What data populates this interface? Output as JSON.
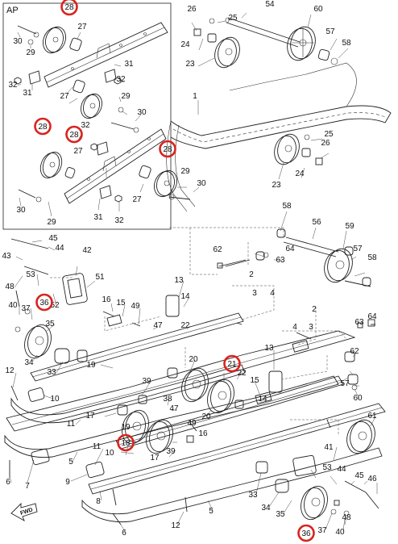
{
  "inset_label": "AP",
  "fwd_label": "FWD",
  "highlight_color": "#d8241f",
  "callouts": [
    {
      "id": "c28a",
      "text": "28",
      "hl": true
    },
    {
      "id": "c26a",
      "text": "26"
    },
    {
      "id": "c25a",
      "text": "25"
    },
    {
      "id": "c54",
      "text": "54"
    },
    {
      "id": "c60",
      "text": "60"
    },
    {
      "id": "c30a",
      "text": "30"
    },
    {
      "id": "c27a",
      "text": "27"
    },
    {
      "id": "c24",
      "text": "24"
    },
    {
      "id": "c57a",
      "text": "57"
    },
    {
      "id": "c58a",
      "text": "58"
    },
    {
      "id": "c29a",
      "text": "29"
    },
    {
      "id": "c23a",
      "text": "23"
    },
    {
      "id": "c31a",
      "text": "31"
    },
    {
      "id": "c32a",
      "text": "32"
    },
    {
      "id": "c31b",
      "text": "31"
    },
    {
      "id": "c32b",
      "text": "32"
    },
    {
      "id": "c1",
      "text": "1"
    },
    {
      "id": "c29b",
      "text": "29"
    },
    {
      "id": "c27b",
      "text": "27"
    },
    {
      "id": "c30b",
      "text": "30"
    },
    {
      "id": "c28b",
      "text": "28",
      "hl": true
    },
    {
      "id": "c28c",
      "text": "28",
      "hl": true
    },
    {
      "id": "c32c",
      "text": "32"
    },
    {
      "id": "c25b",
      "text": "25"
    },
    {
      "id": "c26b",
      "text": "26"
    },
    {
      "id": "c27c",
      "text": "27"
    },
    {
      "id": "c28d",
      "text": "28",
      "hl": true
    },
    {
      "id": "c24b",
      "text": "24"
    },
    {
      "id": "c29c",
      "text": "29"
    },
    {
      "id": "c27d",
      "text": "27"
    },
    {
      "id": "c30c",
      "text": "30"
    },
    {
      "id": "c23b",
      "text": "23"
    },
    {
      "id": "c30d",
      "text": "30"
    },
    {
      "id": "c31c",
      "text": "31"
    },
    {
      "id": "c32d",
      "text": "32"
    },
    {
      "id": "c29d",
      "text": "29"
    },
    {
      "id": "c58b",
      "text": "58"
    },
    {
      "id": "c56",
      "text": "56"
    },
    {
      "id": "c59",
      "text": "59"
    },
    {
      "id": "c45a",
      "text": "45"
    },
    {
      "id": "c44a",
      "text": "44"
    },
    {
      "id": "c43",
      "text": "43"
    },
    {
      "id": "c42",
      "text": "42"
    },
    {
      "id": "c62a",
      "text": "62"
    },
    {
      "id": "c64a",
      "text": "64"
    },
    {
      "id": "c63a",
      "text": "63"
    },
    {
      "id": "c57b",
      "text": "57"
    },
    {
      "id": "c58c",
      "text": "58"
    },
    {
      "id": "c48a",
      "text": "48"
    },
    {
      "id": "c51",
      "text": "51"
    },
    {
      "id": "c2a",
      "text": "2"
    },
    {
      "id": "c53a",
      "text": "53"
    },
    {
      "id": "c52",
      "text": "52"
    },
    {
      "id": "c13a",
      "text": "13"
    },
    {
      "id": "c3a",
      "text": "3"
    },
    {
      "id": "c4a",
      "text": "4"
    },
    {
      "id": "c40a",
      "text": "40"
    },
    {
      "id": "c37a",
      "text": "37"
    },
    {
      "id": "c36a",
      "text": "36",
      "hl": true
    },
    {
      "id": "c16",
      "text": "16"
    },
    {
      "id": "c15a",
      "text": "15"
    },
    {
      "id": "c49a",
      "text": "49"
    },
    {
      "id": "c14",
      "text": "14"
    },
    {
      "id": "c35a",
      "text": "35"
    },
    {
      "id": "c47a",
      "text": "47"
    },
    {
      "id": "c22a",
      "text": "22"
    },
    {
      "id": "c2b",
      "text": "2"
    },
    {
      "id": "c63b",
      "text": "63"
    },
    {
      "id": "c64b",
      "text": "64"
    },
    {
      "id": "c4b",
      "text": "4"
    },
    {
      "id": "c3b",
      "text": "3"
    },
    {
      "id": "c34a",
      "text": "34"
    },
    {
      "id": "c19a",
      "text": "19"
    },
    {
      "id": "c20a",
      "text": "20"
    },
    {
      "id": "c21",
      "text": "21",
      "hl": true
    },
    {
      "id": "c13b",
      "text": "13"
    },
    {
      "id": "c62b",
      "text": "62"
    },
    {
      "id": "c33a",
      "text": "33"
    },
    {
      "id": "c12a",
      "text": "12"
    },
    {
      "id": "c39a",
      "text": "39"
    },
    {
      "id": "c22b",
      "text": "22"
    },
    {
      "id": "c15b",
      "text": "15"
    },
    {
      "id": "c57c",
      "text": "57"
    },
    {
      "id": "c10a",
      "text": "10"
    },
    {
      "id": "c38",
      "text": "38"
    },
    {
      "id": "c60b",
      "text": "60"
    },
    {
      "id": "c47b",
      "text": "47"
    },
    {
      "id": "c14b",
      "text": "14"
    },
    {
      "id": "c17a",
      "text": "17"
    },
    {
      "id": "c20b",
      "text": "20"
    },
    {
      "id": "c11a",
      "text": "11"
    },
    {
      "id": "c49b",
      "text": "49"
    },
    {
      "id": "c19b",
      "text": "19"
    },
    {
      "id": "c61",
      "text": "61"
    },
    {
      "id": "c16b",
      "text": "16"
    },
    {
      "id": "c18",
      "text": "18",
      "hl": true
    },
    {
      "id": "c39b",
      "text": "39"
    },
    {
      "id": "c17b",
      "text": "17"
    },
    {
      "id": "c41",
      "text": "41"
    },
    {
      "id": "c5a",
      "text": "5"
    },
    {
      "id": "c11b",
      "text": "11"
    },
    {
      "id": "c10b",
      "text": "10"
    },
    {
      "id": "c9",
      "text": "9"
    },
    {
      "id": "c7",
      "text": "7"
    },
    {
      "id": "c8",
      "text": "8"
    },
    {
      "id": "c6a",
      "text": "6"
    },
    {
      "id": "c53b",
      "text": "53"
    },
    {
      "id": "c44b",
      "text": "44"
    },
    {
      "id": "c45b",
      "text": "45"
    },
    {
      "id": "c46",
      "text": "46"
    },
    {
      "id": "c33b",
      "text": "33"
    },
    {
      "id": "c34b",
      "text": "34"
    },
    {
      "id": "c35b",
      "text": "35"
    },
    {
      "id": "c48b",
      "text": "48"
    },
    {
      "id": "c12b",
      "text": "12"
    },
    {
      "id": "c5b",
      "text": "5"
    },
    {
      "id": "c6b",
      "text": "6"
    },
    {
      "id": "c36b",
      "text": "36",
      "hl": true
    },
    {
      "id": "c37b",
      "text": "37"
    },
    {
      "id": "c40b",
      "text": "40"
    }
  ]
}
